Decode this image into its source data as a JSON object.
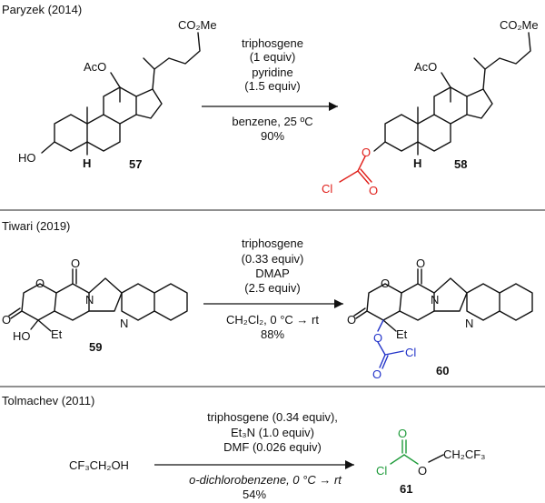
{
  "colors": {
    "highlight_red": "#e0201b",
    "highlight_blue": "#2334c9",
    "highlight_green": "#1e9b3a"
  },
  "sections": [
    {
      "title": "Paryzek (2014)",
      "conditions_above": [
        "triphosgene",
        "(1 equiv)",
        "pyridine",
        "(1.5 equiv)"
      ],
      "conditions_below": [
        "benzene, 25 ºC",
        "90%"
      ],
      "reactant": {
        "number": "57",
        "labels": {
          "ester": "CO₂Me",
          "acetate": "AcO",
          "hydroxyl": "HO",
          "h": "H"
        }
      },
      "product": {
        "number": "58",
        "labels": {
          "ester": "CO₂Me",
          "acetate": "AcO",
          "o": "O",
          "cl": "Cl",
          "o2": "O",
          "h": "H"
        }
      }
    },
    {
      "title": "Tiwari (2019)",
      "conditions_above": [
        "triphosgene",
        "(0.33 equiv)",
        "DMAP",
        "(2.5 equiv)"
      ],
      "conditions_below": [
        "CH₂Cl₂, 0 °C → rt",
        "88%"
      ],
      "reactant": {
        "number": "59",
        "labels": {
          "o_top": "O",
          "o_ring": "O",
          "o_lac": "O",
          "n1": "N",
          "n2": "N",
          "ho": "HO",
          "et": "Et"
        }
      },
      "product": {
        "number": "60",
        "labels": {
          "o_top": "O",
          "o_ring": "O",
          "o_lac": "O",
          "n1": "N",
          "n2": "N",
          "o": "O",
          "cl": "Cl",
          "o2": "O",
          "et": "Et"
        }
      }
    },
    {
      "title": "Tolmachev (2011)",
      "conditions_above": [
        "triphosgene (0.34 equiv),",
        "Et₃N (1.0 equiv)",
        "DMF (0.026 equiv)"
      ],
      "conditions_below": [
        "o-dichlorobenzene, 0 °C → rt",
        "54%"
      ],
      "reactant": {
        "formula": "CF₃CH₂OH"
      },
      "product": {
        "number": "61",
        "labels": {
          "o_top": "O",
          "cl": "Cl",
          "o": "O",
          "chain": "CH₂CF₃"
        }
      }
    }
  ]
}
